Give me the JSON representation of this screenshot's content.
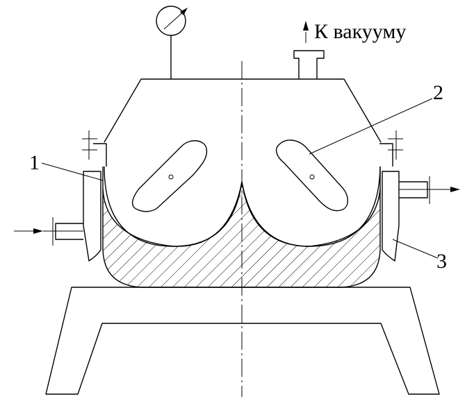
{
  "labels": {
    "vacuum": "К вакууму",
    "part1": "1",
    "part2": "2",
    "part3": "3"
  },
  "colors": {
    "line": "#000000",
    "background": "#ffffff"
  },
  "icons": {
    "gauge": "pressure-gauge-icon",
    "arrow_in": "arrow-right-icon",
    "arrow_out": "arrow-right-icon",
    "arrow_vacuum": "arrow-up-icon"
  }
}
